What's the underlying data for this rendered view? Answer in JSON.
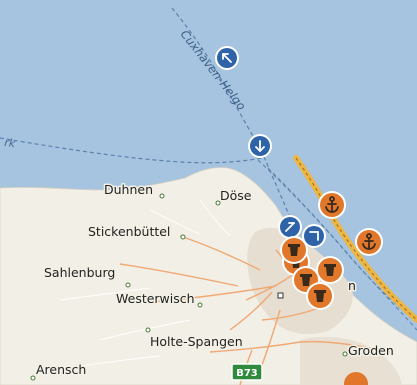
{
  "map": {
    "colors": {
      "sea": "#a6c3df",
      "land": "#f2efe6",
      "town": "#e6ded0",
      "road": "#f0a874",
      "ferry_line": "#5b82ad",
      "highlight_route": "#f1b53a",
      "marker_blue": "#2f63a8",
      "marker_orange": "#e0772a",
      "shield": "#2f8a3e"
    },
    "labels": {
      "route_name": "Cuxhaven-Helgo",
      "partial_west": "rk",
      "duhnen": "Duhnen",
      "dose": "Döse",
      "stickenbuettel": "Stickenbüttel",
      "sahlenburg": "Sahlenburg",
      "westerwisch": "Westerwisch",
      "holte_spangen": "Holte-Spangen",
      "arensch": "Arensch",
      "groden": "Groden",
      "town_partial": "n"
    },
    "road_shield": "B73",
    "icons": {
      "ferry_marker": "arrow-marker-icon",
      "port_marker": "anchor-icon",
      "poi_marker": "pot-icon"
    }
  }
}
